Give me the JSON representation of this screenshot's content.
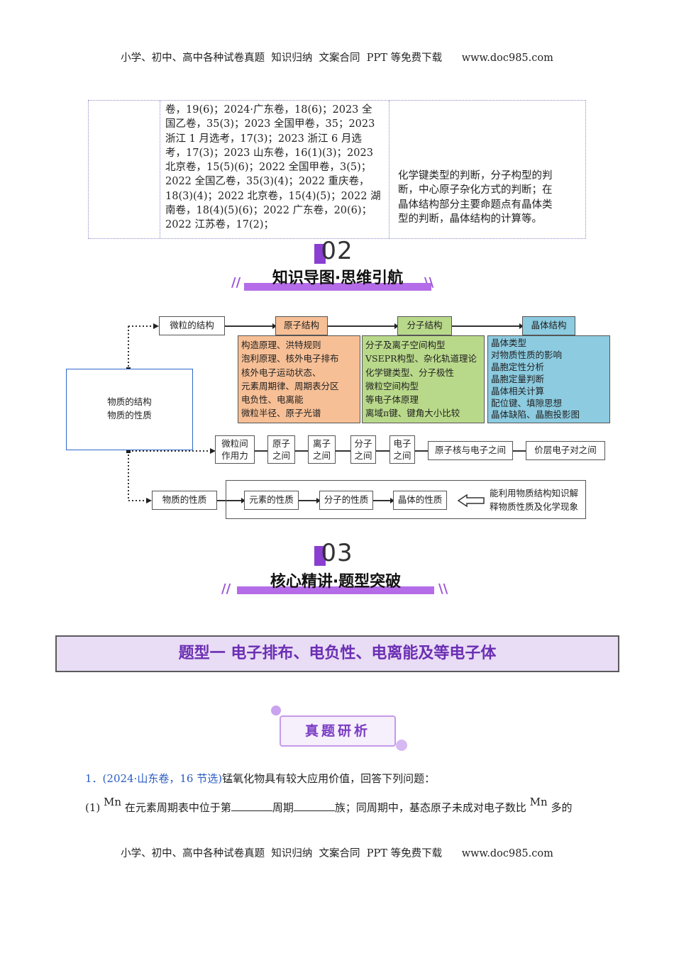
{
  "header": {
    "text": "小学、初中、高中各种试卷真题  知识归纳  文案合同  PPT 等免费下载      www.doc985.com"
  },
  "footer": {
    "text": "小学、初中、高中各种试卷真题  知识归纳  文案合同  PPT 等免费下载      www.doc985.com"
  },
  "table": {
    "col2_lines": [
      "卷，19(6)；2024·广东卷，18(6)；2023 全",
      "国乙卷，35(3)；2023 全国甲卷，35；2023",
      "浙江 1 月选考，17(3)；2023 浙江 6 月选",
      "考，17(3)；2023 山东卷，16(1)(3)；2023",
      "北京卷，15(5)(6)；2022 全国甲卷，3(5)；",
      "2022 全国乙卷，35(3)(4)；2022 重庆卷，",
      "18(3)(4)；2022 北京卷，15(4)(5)；2022 湖",
      "南卷，18(4)(5)(6)；2022 广东卷，20(6)；",
      "2022 江苏卷，17(2)；"
    ],
    "col3_lines": [
      "化学键类型的判断，分子构型的判",
      "断，中心原子杂化方式的判断；在",
      "晶体结构部分主要命题点有晶体类",
      "型的判断，晶体结构的计算等。"
    ]
  },
  "section2": {
    "num": "02",
    "title": "知识导图·思维引航"
  },
  "section3": {
    "num": "03",
    "title": "核心精讲·题型突破"
  },
  "mindmap": {
    "root_lines": [
      "物质的结构",
      "物质的性质"
    ],
    "micro_structure": "微粒的结构",
    "atom": {
      "title": "原子结构",
      "items": [
        "构造原理、洪特规则",
        "泡利原理、核外电子排布",
        "核外电子运动状态、",
        "元素周期律、周期表分区",
        "电负性、电离能",
        "微粒半径、原子光谱"
      ]
    },
    "molecule": {
      "title": "分子结构",
      "items": [
        "分子及离子空间构型",
        "VSEPR构型、杂化轨道理论",
        "化学键类型、分子极性",
        "微粒空间构型",
        "等电子体原理",
        "离域π键、键角大小比较"
      ]
    },
    "crystal": {
      "title": "晶体结构",
      "items": [
        "晶体类型",
        "对物质性质的影响",
        "晶胞定性分析",
        "晶胞定量判断",
        "晶体相关计算",
        "配位键、填隙思想",
        "晶体缺陷、晶胞投影图"
      ]
    },
    "forces": {
      "main": [
        "微粒间",
        "作用力"
      ],
      "items": [
        [
          "原子",
          "之间"
        ],
        [
          "离子",
          "之间"
        ],
        [
          "分子",
          "之间"
        ],
        [
          "电子",
          "之间"
        ]
      ],
      "nucleus": "原子核与电子之间",
      "valence": "价层电子对之间"
    },
    "properties": {
      "main": "物质的性质",
      "items": [
        "元素的性质",
        "分子的性质",
        "晶体的性质"
      ],
      "note": [
        "能利用物质结构知识解",
        "释物质性质及化学现象"
      ]
    },
    "colors": {
      "atom": "#f7bf95",
      "molecule": "#b9d98a",
      "crystal": "#8ccbe0"
    }
  },
  "type_banner": "题型一  电子排布、电负性、电离能及等电子体",
  "badge": "真题研析",
  "question": {
    "number": "1．",
    "source": "(2024·山东卷，16 节选)",
    "stem": "锰氧化物具有较大应用价值，回答下列问题：",
    "part1_prefix": "(1)",
    "mn": "Mn",
    "part1_a": "在元素周期表中位于第",
    "part1_b": "周期",
    "part1_c": "族；同周期中，基态原子未成对电子数比",
    "part1_d": "多的"
  }
}
